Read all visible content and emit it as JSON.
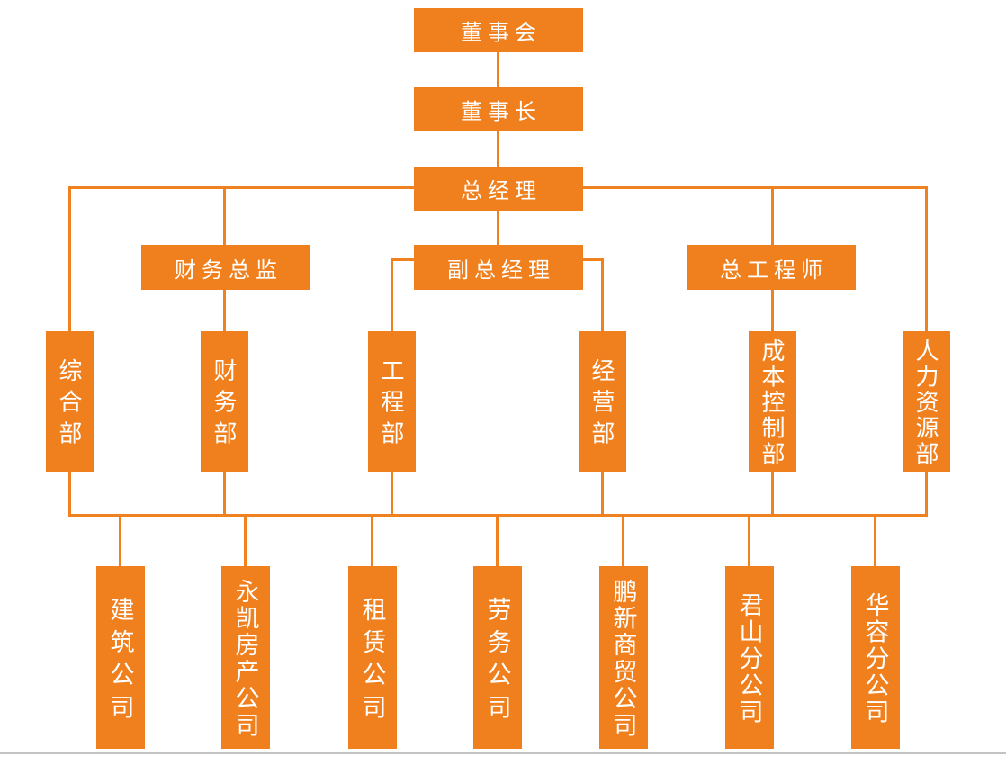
{
  "diagram": {
    "type": "organization-chart",
    "nodes": {
      "board": "董事会",
      "chairman": "董事长",
      "general_manager": "总经理",
      "finance_director": "财务总监",
      "deputy_general_manager": "副总经理",
      "chief_engineer": "总工程师"
    },
    "departments": [
      "综合部",
      "财务部",
      "工程部",
      "经营部",
      "成本控制部",
      "人力资源部"
    ],
    "companies": [
      "建筑公司",
      "永凯房产公司",
      "租赁公司",
      "劳务公司",
      "鹏新商贸公司",
      "君山分公司",
      "华容分公司"
    ],
    "colors": {
      "box_fill": "#F0801E",
      "connector": "#F0811F",
      "text": "#FFFFFF",
      "page_edge": "#C3C3C3"
    }
  }
}
